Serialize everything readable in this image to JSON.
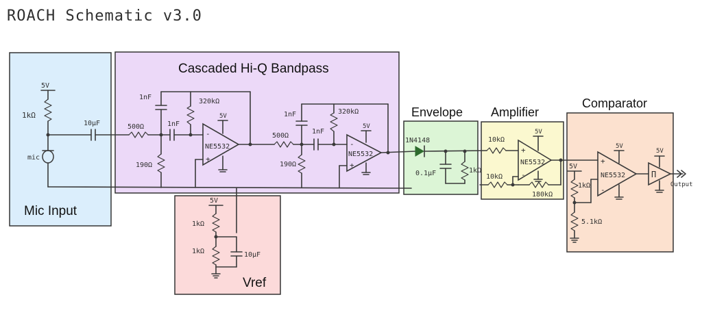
{
  "title": "ROACH Schematic v3.0",
  "blocks": {
    "mic_input": {
      "label": "Mic Input",
      "color": "#dbeefc"
    },
    "bandpass": {
      "label": "Cascaded Hi-Q Bandpass",
      "color": "#ecd9f8"
    },
    "vref": {
      "label": "Vref",
      "color": "#fcdada"
    },
    "envelope": {
      "label": "Envelope",
      "color": "#dcf5d6"
    },
    "amplifier": {
      "label": "Amplifier",
      "color": "#fbf8cf"
    },
    "comparator": {
      "label": "Comparator",
      "color": "#fce1cf"
    }
  },
  "components": {
    "supply": "5V",
    "mic_r": "1kΩ",
    "mic": "mic",
    "mic_cap": "10μF",
    "bp1_rin": "500Ω",
    "bp1_c1": "1nF",
    "bp1_c2": "1nF",
    "bp1_rf": "320kΩ",
    "bp1_rg": "190Ω",
    "bp2_rin": "500Ω",
    "bp2_c1": "1nF",
    "bp2_c2": "1nF",
    "bp2_rf": "320kΩ",
    "bp2_rg": "190Ω",
    "opamp": "NE5532",
    "diode": "1N4148",
    "env_cap": "0.1μF",
    "env_r": "1kΩ",
    "amp_r1": "10kΩ",
    "amp_r2": "10kΩ",
    "amp_rf": "180kΩ",
    "vref_r1": "1kΩ",
    "vref_r2": "1kΩ",
    "vref_cap": "10μF",
    "comp_r1": "1kΩ",
    "comp_r2": "5.1kΩ",
    "schmitt": "Π",
    "output": "Output",
    "minus": "-",
    "plus": "+"
  }
}
